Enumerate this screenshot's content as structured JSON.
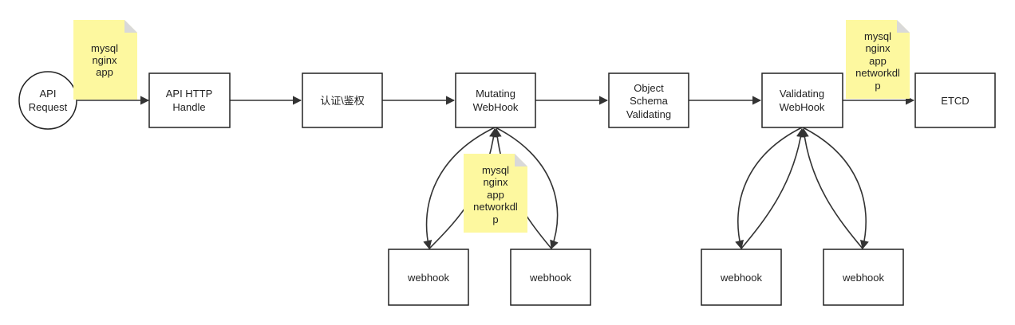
{
  "diagram": {
    "start": {
      "line1": "API",
      "line2": "Request"
    },
    "api_http": {
      "line1": "API HTTP",
      "line2": "Handle"
    },
    "auth": "认证\\鉴权",
    "mutating": {
      "line1": "Mutating",
      "line2": "WebHook"
    },
    "schema": {
      "line1": "Object",
      "line2": "Schema",
      "line3": "Validating"
    },
    "validating": {
      "line1": "Validating",
      "line2": "WebHook"
    },
    "etcd": "ETCD",
    "webhook_label": "webhook",
    "notes": {
      "note1": [
        "mysql",
        "nginx",
        "app"
      ],
      "note2": [
        "mysql",
        "nginx",
        "app",
        "networkdl",
        "p"
      ],
      "note3": [
        "mysql",
        "nginx",
        "app",
        "networkdl",
        "p"
      ]
    },
    "colors": {
      "note": "#fdf89f",
      "stroke": "#222222"
    }
  }
}
